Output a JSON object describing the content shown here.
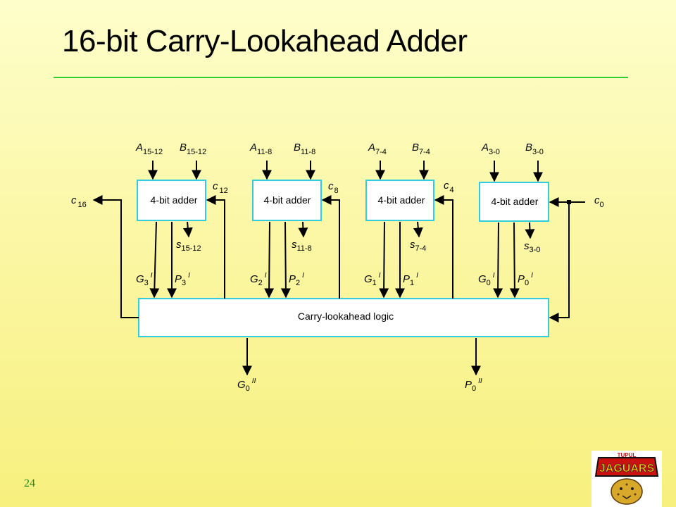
{
  "title": "16-bit Carry-Lookahead Adder",
  "page_number": "24",
  "logo": {
    "text": "JAGUARS",
    "top_text": "TUPUL"
  },
  "diagram": {
    "adder_label": "4-bit adder",
    "cla_label": "Carry-lookahead logic",
    "adders": [
      {
        "a_main": "A",
        "a_sub": "15-12",
        "b_main": "B",
        "b_sub": "15-12",
        "s_main": "s",
        "s_sub": "15-12",
        "g_main": "G",
        "g_sub": "3",
        "g_sup": "I",
        "p_main": "P",
        "p_sub": "3",
        "p_sup": "I",
        "c_main": "c",
        "c_sub": "12"
      },
      {
        "a_main": "A",
        "a_sub": "11-8",
        "b_main": "B",
        "b_sub": "11-8",
        "s_main": "s",
        "s_sub": "11-8",
        "g_main": "G",
        "g_sub": "2",
        "g_sup": "I",
        "p_main": "P",
        "p_sub": "2",
        "p_sup": "I",
        "c_main": "c",
        "c_sub": "8"
      },
      {
        "a_main": "A",
        "a_sub": "7-4",
        "b_main": "B",
        "b_sub": "7-4",
        "s_main": "s",
        "s_sub": "7-4",
        "g_main": "G",
        "g_sub": "1",
        "g_sup": "I",
        "p_main": "P",
        "p_sub": "1",
        "p_sup": "I",
        "c_main": "c",
        "c_sub": "4"
      },
      {
        "a_main": "A",
        "a_sub": "3-0",
        "b_main": "B",
        "b_sub": "3-0",
        "s_main": "s",
        "s_sub": "3-0",
        "g_main": "G",
        "g_sub": "0",
        "g_sup": "I",
        "p_main": "P",
        "p_sub": "0",
        "p_sup": "I",
        "c_main": "",
        "c_sub": ""
      }
    ],
    "c16": {
      "main": "c",
      "sub": "16"
    },
    "c0": {
      "main": "c",
      "sub": "0"
    },
    "g_out": {
      "main": "G",
      "sub": "0",
      "sup": "II"
    },
    "p_out": {
      "main": "P",
      "sub": "0",
      "sup": "II"
    }
  },
  "colors": {
    "box_border": "#33ccdd",
    "title_rule": "#33cc33"
  }
}
